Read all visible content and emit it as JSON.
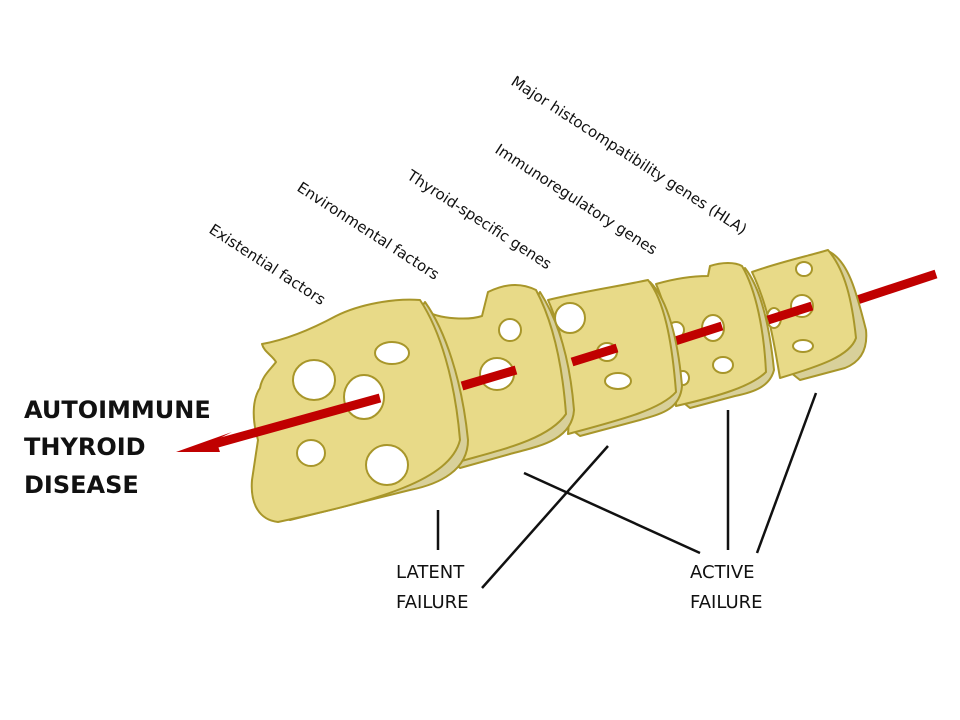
{
  "diagram": {
    "title": "Swiss cheese model of autoimmune thyroid disease",
    "factors": [
      {
        "label": "Existential factors"
      },
      {
        "label": "Environmental factors"
      },
      {
        "label": "Thyroid-specific genes"
      },
      {
        "label": "Immunoregulatory genes"
      },
      {
        "label": "Major histocompatibility genes (HLA)"
      }
    ],
    "outcome": {
      "lines": [
        "AUTOIMMUNE",
        "THYROID",
        "DISEASE"
      ]
    },
    "failures": {
      "latent": {
        "lines": [
          "LATENT",
          "FAILURE"
        ]
      },
      "active": {
        "lines": [
          "ACTIVE",
          "FAILURE"
        ]
      }
    },
    "colors": {
      "cheese_face": "#E8DA88",
      "cheese_side": "#D8D09A",
      "cheese_outline": "#A8962A",
      "arrow": "#C00000",
      "text": "#111111"
    }
  }
}
